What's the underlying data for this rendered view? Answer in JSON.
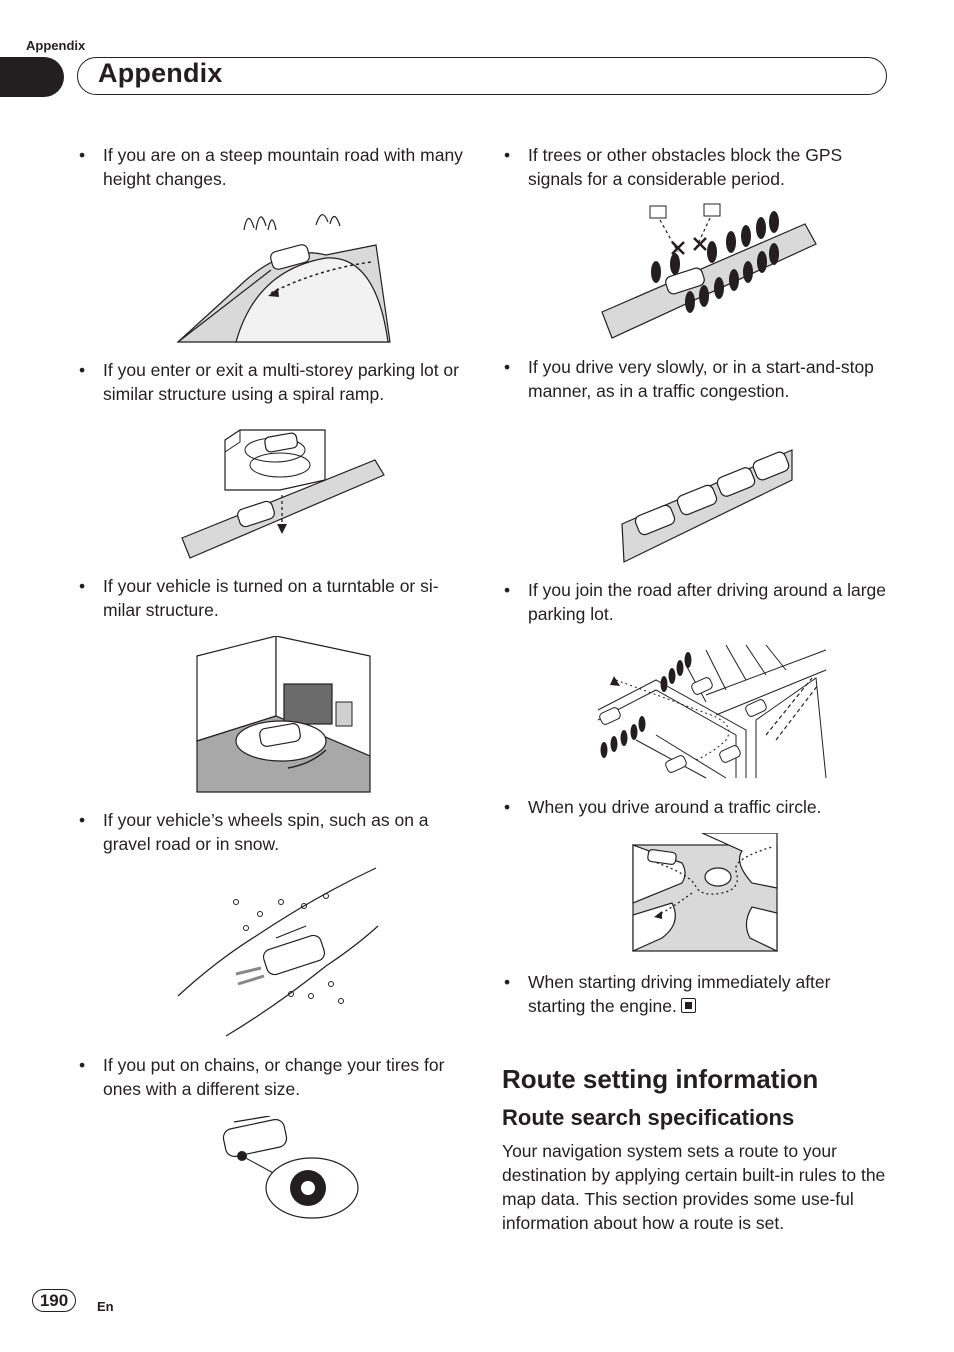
{
  "header": {
    "running_label": "Appendix",
    "title": "Appendix"
  },
  "left_column": {
    "items": [
      {
        "text": "If you are on a steep mountain road with many height changes."
      },
      {
        "text": "If you enter or exit a multi-storey parking lot or similar structure using a spiral ramp."
      },
      {
        "text": "If your vehicle is turned on a turntable or si-milar structure."
      },
      {
        "text": "If your vehicle’s wheels spin, such as on a gravel road or in snow."
      },
      {
        "text": "If you put on chains, or change your tires for ones with a different size."
      }
    ]
  },
  "right_column": {
    "items": [
      {
        "text": "If trees or other obstacles block the GPS signals for a considerable period."
      },
      {
        "text": "If you drive very slowly, or in a start-and-stop manner, as in a traffic congestion."
      },
      {
        "text": "If you join the road after driving around a large parking lot."
      },
      {
        "text": "When you drive around a traffic circle."
      },
      {
        "text": "When starting driving immediately after starting the engine."
      }
    ]
  },
  "section": {
    "title": "Route setting information",
    "subtitle": "Route search specifications",
    "body": "Your navigation system sets a route to your destination by applying certain built-in rules to the map data. This section provides some use-ful information about how a route is set."
  },
  "footer": {
    "page_number": "190",
    "language": "En"
  },
  "icons": {
    "end_mark": "stop-square-icon"
  }
}
